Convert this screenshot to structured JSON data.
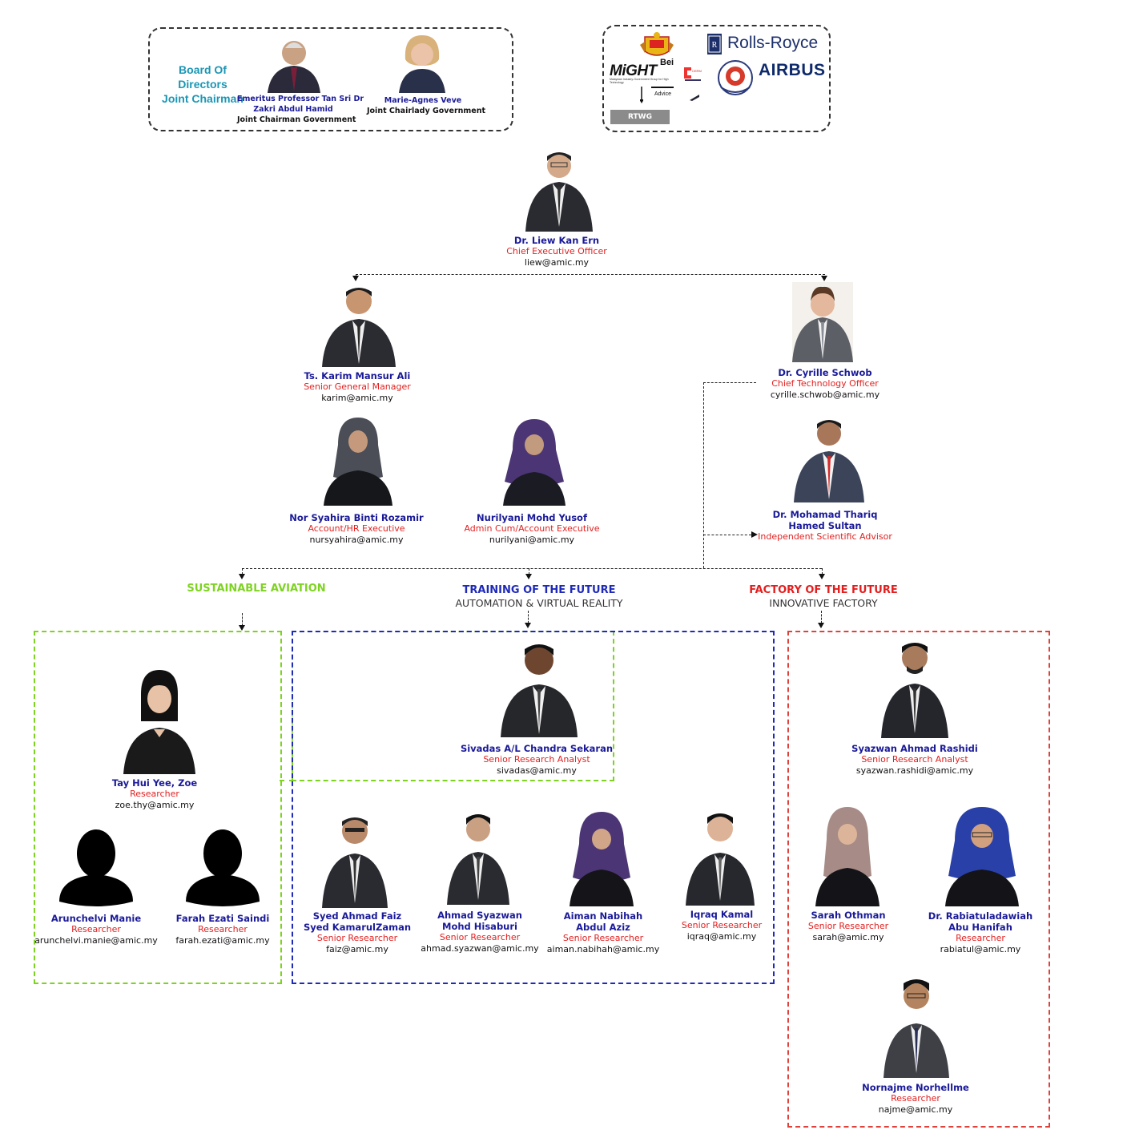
{
  "board": {
    "title_line1": "Board Of Directors",
    "title_line2": "Joint Chairman",
    "chair1_name_l1": "Emeritus Professor Tan Sri Dr",
    "chair1_name_l2": "Zakri Abdul Hamid",
    "chair1_role": "Joint Chairman Government",
    "chair2_name": "Marie-Agnes Veve",
    "chair2_role": "Joint Chairlady Government"
  },
  "partners": {
    "might": "MiGHT",
    "might_sub": "Malaysian Industry-Government Group for High Technology",
    "bei": "Bei",
    "cerm": "CERM",
    "advice": "Advice",
    "rtwg": "RTWG",
    "rolls": "Rolls-Royce",
    "airbus": "AIRBUS"
  },
  "ceo": {
    "name": "Dr. Liew Kan Ern",
    "role": "Chief Executive Officer",
    "email": "liew@amic.my"
  },
  "sgm": {
    "name": "Ts. Karim Mansur Ali",
    "role": "Senior General Manager",
    "email": "karim@amic.my"
  },
  "cto": {
    "name": "Dr. Cyrille Schwob",
    "role": "Chief Technology Officer",
    "email": "cyrille.schwob@amic.my"
  },
  "acct": {
    "name": "Nor Syahira Binti Rozamir",
    "role": "Account/HR Executive",
    "email": "nursyahira@amic.my"
  },
  "admin": {
    "name": "Nurilyani Mohd Yusof",
    "role": "Admin Cum/Account Executive",
    "email": "nurilyani@amic.my"
  },
  "advisor": {
    "name_l1": "Dr. Mohamad Thariq",
    "name_l2": "Hamed Sultan",
    "role": "Independent Scientific Advisor"
  },
  "sections": {
    "sustainable": "SUSTAINABLE AVIATION",
    "training": "TRAINING OF THE FUTURE",
    "training_sub": "AUTOMATION & VIRTUAL REALITY",
    "factory": "FACTORY OF THE FUTURE",
    "factory_sub": "INNOVATIVE FACTORY"
  },
  "colors": {
    "sustainable": "#7ed321",
    "training": "#1f2ab8",
    "factory": "#e0413b",
    "name": "#1a1a99",
    "role": "#e21f1f"
  },
  "people": {
    "zoe": {
      "name": "Tay Hui Yee, Zoe",
      "role": "Researcher",
      "email": "zoe.thy@amic.my"
    },
    "arun": {
      "name": "Arunchelvi Manie",
      "role": "Researcher",
      "email": "arunchelvi.manie@amic.my"
    },
    "farah": {
      "name": "Farah Ezati Saindi",
      "role": "Researcher",
      "email": "farah.ezati@amic.my"
    },
    "sivadas": {
      "name": "Sivadas A/L Chandra Sekaran",
      "role": "Senior Research Analyst",
      "email": "sivadas@amic.my"
    },
    "faiz": {
      "name_l1": "Syed Ahmad Faiz",
      "name_l2": "Syed KamarulZaman",
      "role": "Senior Researcher",
      "email": "faiz@amic.my"
    },
    "syazwan_h": {
      "name_l1": "Ahmad Syazwan",
      "name_l2": "Mohd Hisaburi",
      "role": "Senior Researcher",
      "email": "ahmad.syazwan@amic.my"
    },
    "aiman": {
      "name_l1": "Aiman Nabihah",
      "name_l2": "Abdul Aziz",
      "role": "Senior Researcher",
      "email": "aiman.nabihah@amic.my"
    },
    "iqraq": {
      "name": "Iqraq Kamal",
      "role": "Senior Researcher",
      "email": "iqraq@amic.my"
    },
    "syazwan_r": {
      "name": "Syazwan Ahmad Rashidi",
      "role": "Senior Research Analyst",
      "email": "syazwan.rashidi@amic.my"
    },
    "sarah": {
      "name": "Sarah Othman",
      "role": "Senior Researcher",
      "email": "sarah@amic.my"
    },
    "rabiatul": {
      "name_l1": "Dr. Rabiatuladawiah",
      "name_l2": "Abu Hanifah",
      "role": "Researcher",
      "email": "rabiatul@amic.my"
    },
    "najme": {
      "name": "Nornajme Norhellme",
      "role": "Researcher",
      "email": "najme@amic.my"
    }
  }
}
